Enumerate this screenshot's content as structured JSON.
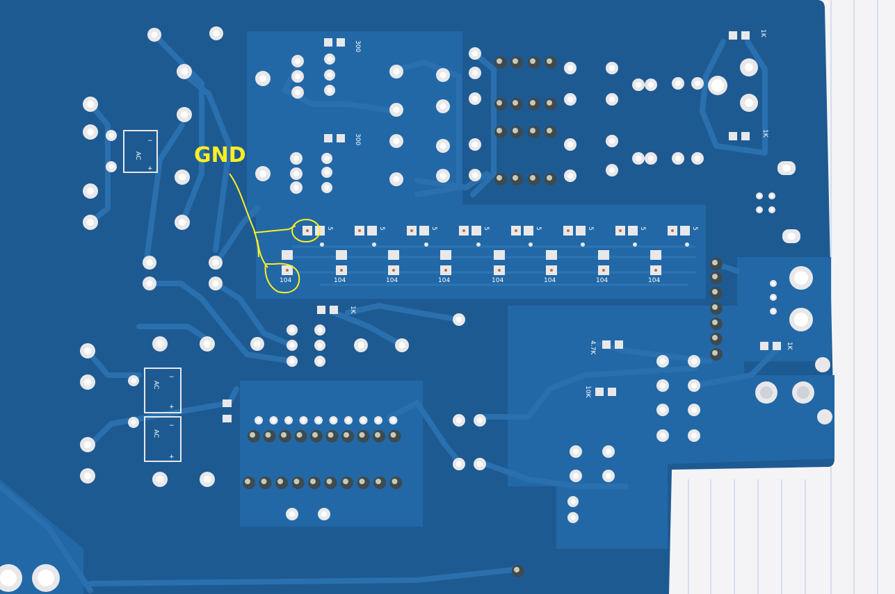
{
  "annotation": {
    "text": "GND",
    "color": "#ffee22"
  },
  "silkscreen": {
    "bridge_label": "AC",
    "plus": "+",
    "minus": "−",
    "r_top": "300",
    "r_mid": "300",
    "r_small_right": "1K",
    "r_bottom_right": "1K",
    "cap_code": "104",
    "res_code": "5",
    "r_mid_left": "1K",
    "r_lower_mid": "4.7K",
    "r_lower_mid2": "10K",
    "r_far_right": "1K"
  },
  "colors": {
    "board": "#1e5a92",
    "board_dark": "#154a7d",
    "trace": "#2a70ae",
    "copper_pour": "#2268a6",
    "pad": "#e8e8ea",
    "paper": "#f4f4f6",
    "grid": "#b9c6e8"
  }
}
